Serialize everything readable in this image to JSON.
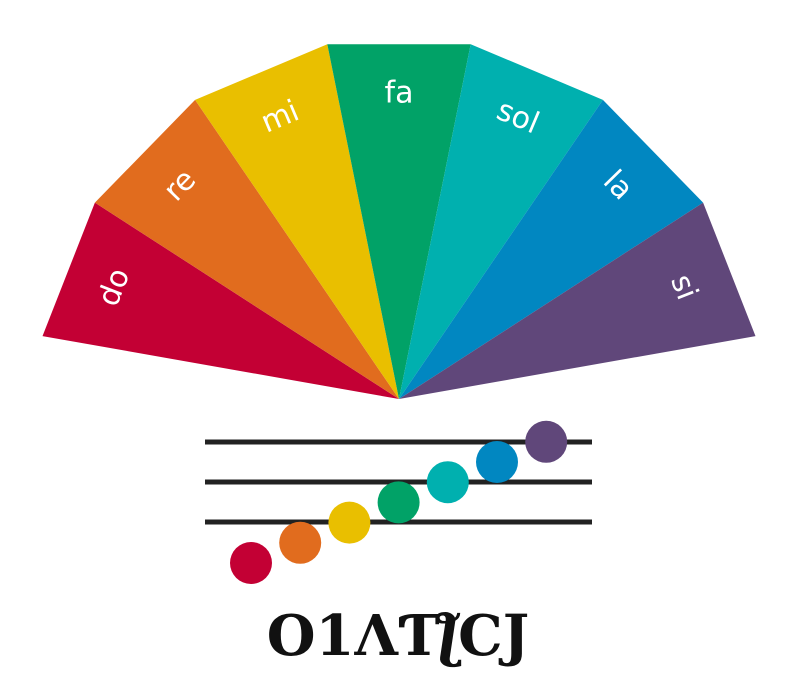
{
  "fan": {
    "segments": [
      {
        "label": "do",
        "color": "#C30034"
      },
      {
        "label": "re",
        "color": "#E16C1E"
      },
      {
        "label": "mi",
        "color": "#E9BF00"
      },
      {
        "label": "fa",
        "color": "#01A267"
      },
      {
        "label": "sol",
        "color": "#00B0AF"
      },
      {
        "label": "la",
        "color": "#0187C1"
      },
      {
        "label": "si",
        "color": "#60477A"
      }
    ]
  },
  "staff": {
    "line_color": "#222222",
    "note_colors": [
      "#C30034",
      "#E16C1E",
      "#E9BF00",
      "#01A267",
      "#00B0AF",
      "#0187C1",
      "#60477A"
    ]
  },
  "notation": {
    "glyphs": "O1ΛƬƪCJ"
  }
}
